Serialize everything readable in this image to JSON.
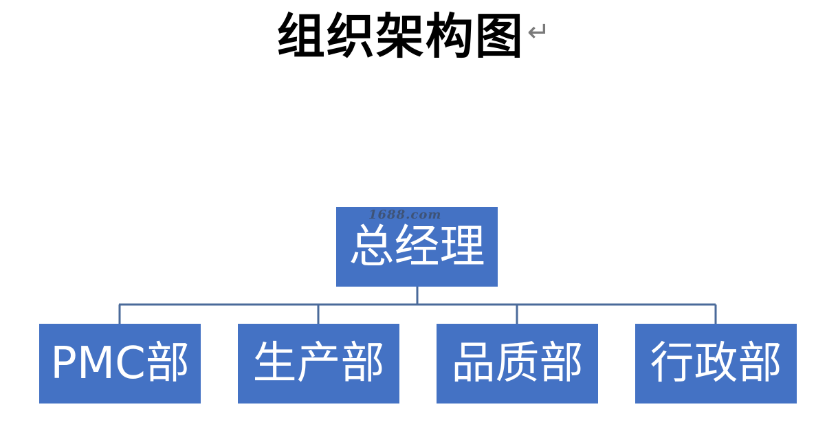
{
  "title": "组织架构图",
  "paragraph_mark": "↵",
  "watermark": "1688.com",
  "colors": {
    "node_fill": "#4472c4",
    "node_text": "#ffffff",
    "connector": "#4a6a9a"
  },
  "org": {
    "root": "总经理",
    "children": [
      "PMC部",
      "生产部",
      "品质部",
      "行政部"
    ]
  }
}
